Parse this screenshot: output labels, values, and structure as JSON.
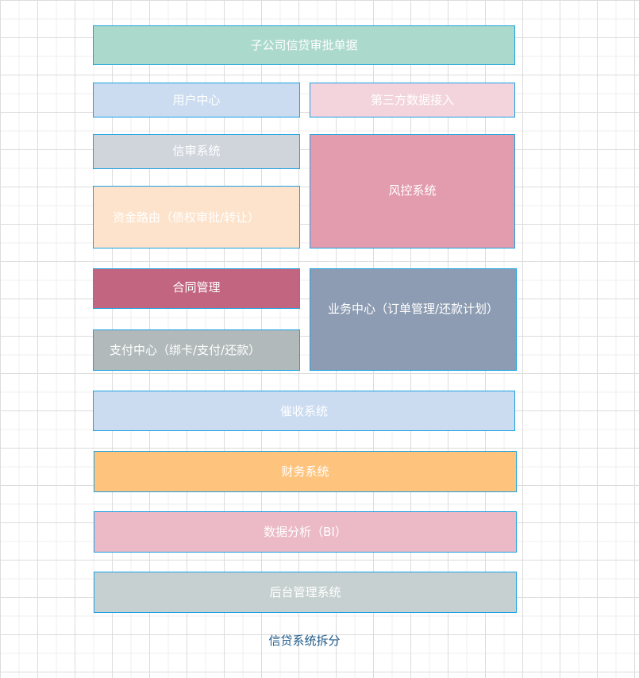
{
  "diagram": {
    "caption": "信贷系统拆分",
    "border_color": "#1ba1e2",
    "boxes": [
      {
        "id": "subsidiary-credit-approval",
        "label": "子公司信贷审批单据",
        "color": "#abd9cb"
      },
      {
        "id": "user-center",
        "label": "用户中心",
        "color": "#cbdcf1"
      },
      {
        "id": "third-party-data",
        "label": "第三方数据接入",
        "color": "#f3d4dd"
      },
      {
        "id": "credit-review",
        "label": "信审系统",
        "color": "#d0d5dc"
      },
      {
        "id": "fund-routing",
        "label": "资金路由（债权审批/转让）",
        "color": "#fde3cb"
      },
      {
        "id": "risk-control",
        "label": "风控系统",
        "color": "#e39bae"
      },
      {
        "id": "contract-management",
        "label": "合同管理",
        "color": "#c26580"
      },
      {
        "id": "payment-center",
        "label": "支付中心（绑卡/支付/还款）",
        "color": "#b1b9ba"
      },
      {
        "id": "business-center",
        "label": "业务中心（订单管理/还款计划）",
        "color": "#8d9cb2"
      },
      {
        "id": "collection",
        "label": "催收系统",
        "color": "#cbdcf1"
      },
      {
        "id": "finance",
        "label": "财务系统",
        "color": "#fec47e"
      },
      {
        "id": "data-analysis",
        "label": "数据分析（BI）",
        "color": "#ebbac6"
      },
      {
        "id": "admin",
        "label": "后台管理系统",
        "color": "#c7d0d0"
      }
    ]
  }
}
